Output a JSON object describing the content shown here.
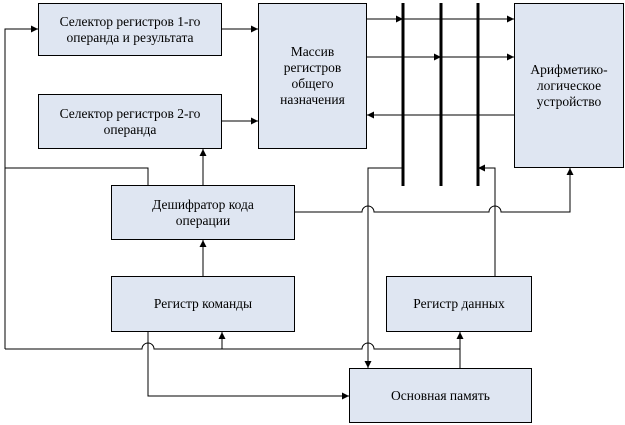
{
  "blocks": {
    "sel1": "Селектор регистров 1-го\nоперанда и результата",
    "sel2": "Селектор регистров 2-го\nоперанда",
    "massiv": "Массив\nрегистров\nобщего\nназначения",
    "alu": "Арифметико-\nлогическое\nустройство",
    "deshifrator": "Дешифратор кода\nоперации",
    "reg_komandy": "Регистр команды",
    "reg_dannyh": "Регистр данных",
    "pamyat": "Основная память"
  },
  "colors": {
    "block_fill": "#dfe6f2",
    "line": "#000000"
  }
}
